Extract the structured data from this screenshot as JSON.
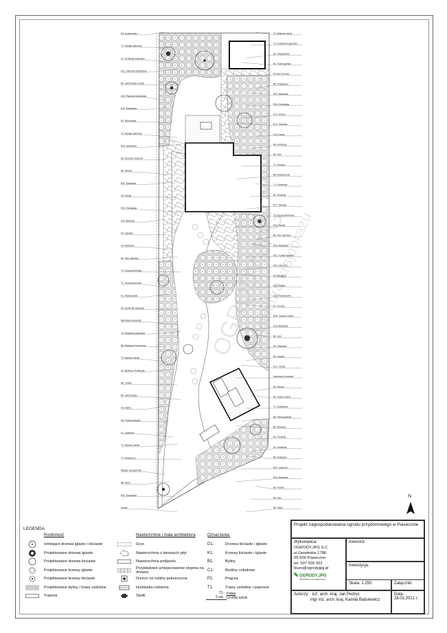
{
  "watermark": {
    "brand": "OGRODY.JPG",
    "tagline": "architektura krajobrazu"
  },
  "labels_left": [
    "B3. Judaszowiec",
    "T2. Śmiałek darniowy",
    "K7. Hortensja bukietowa",
    "K11. Lawenda wąskolistna",
    "B5. Jaśminowiec wonny",
    "K12. Pięciornik krzewiasty",
    "K13. Świdośliwa",
    "R2. Rozchodnik",
    "T2. Śmiałek darniowy",
    "R23. Dziurawiec",
    "B2. Drzewko owocowe",
    "B4. Tawuła",
    "R20. Bodziszek",
    "K9. Funkia",
    "R25. Kocimiętka",
    "K10. Berberys",
    "K3. Jałowiec",
    "K4. Bukszpan",
    "B1. Klon palmowy",
    "T1. Turzyca Morrowa",
    "T1. Turzyca Morrowa",
    "K1. Różanecznik",
    "K6. Hortensja ogrodowa",
    "Mimbrana Geotekstil",
    "T6. Rozplenica japońska",
    "B6. Bukszpan formowany",
    "T3. Miskant chiński",
    "K2. Berberys Thunberga",
    "R6. Funkia",
    "B5. Jaśminowiec",
    "K3. Kalina",
    "R6. Funkia Sieboldii",
    "K1. Lawenda",
    "T1. Miskant chiński",
    "T7. Rozplenica",
    "Miejsce na pojemniki",
    "B8. Pieris",
    "R25. Dziurawiec",
    "Donice"
  ],
  "labels_right": [
    "T5. Miskant chiński",
    "T3. Rozplenica japońska",
    "K6. Snieguliczka",
    "B1. Sosna górska",
    "Donica na trawy",
    "R5. Rozplenica",
    "R25. Bodziszek",
    "R18. Kocimiętka",
    "K14. Jeżyna",
    "R14. Ostróżka",
    "K10. Kalina",
    "R8. Hortensja",
    "B6. Klon",
    "T1. Turzyca",
    "B8. Różanecznik",
    "T2. Kostrzewa",
    "B1. Trzcinnik",
    "R17. Śniedek",
    "T1. Turzyca Morrowa",
    "R13. Funkia",
    "B5. Klon palmowy",
    "R25. Bodziszek",
    "R11. Funkia Fortunei",
    "K20. Ostrożeń",
    "R3. Bergenia",
    "R15. Funkia",
    "K18. Różanecznik",
    "T1. Turzyca",
    "R28. Funkia Fortunei",
    "K18. Bukszpan",
    "B3. Klon",
    "R6. Wiesiołek",
    "R3. Zawilec",
    "R12. Funkia",
    "Mimbrana Geotekstil",
    "B1. Brzoza",
    "B4. Sosna czarna",
    "T1. Rozplenica",
    "B5. Pieris japoński",
    "B6. Berberys",
    "B4. Trzcinnik",
    "K3. Hortensja",
    "R8. Bukszpan",
    "R22. Lawenda",
    "R20. Bodziszek",
    "K8. Funkia",
    "B6. Klon",
    "R5. Pieris"
  ],
  "legend": {
    "title": "LEGENDA",
    "plants": {
      "heading": "Roślinność",
      "items": [
        "Istniejące drzewa iglaste i liściaste",
        "Projektowane drzewa iglaste",
        "Projektowane drzewa liściaste",
        "Projektowane krzewy iglaste",
        "Projektowane krzewy liściaste",
        "Projektowane byliny / trawy ozdobne",
        "Trawnik"
      ]
    },
    "surfaces": {
      "heading": "Nawierzchnie i mała architektura",
      "items": [
        "Grys",
        "Nawierzchnia z łamanych płyt",
        "Nawierzchnia podjazdu",
        "Przykładowe umiejscowienie stopnia na drewno",
        "Donice na rośliny jednoroczne",
        "Huśtawka rodzinna",
        "Stolik"
      ]
    },
    "symbols": {
      "heading": "Oznaczenia:",
      "items": [
        {
          "code": "D1.",
          "text": "Drzewa liściaste i iglaste"
        },
        {
          "code": "K1.",
          "text": "Krzewy liściaste i iglaste"
        },
        {
          "code": "B1.",
          "text": "Byliny"
        },
        {
          "code": "C1.",
          "text": "Rośliny cebulowe"
        },
        {
          "code": "P1.",
          "text": "Pnącza"
        },
        {
          "code": "T1.",
          "text": "Trawy ozdobne i paprocie"
        }
      ],
      "index_code": "T1.",
      "index_code2": "5 szt.",
      "index_label1": "Index",
      "index_label2": "Liczba sztuk"
    }
  },
  "title_block": {
    "title": "Projekt zagospodarowania ogrodu przydomowego w Piasecznie",
    "contractor_label": "Wykonawca:",
    "contractor_lines": [
      "OGRODY.JPG S.C.",
      "ul.Geodetów 178E",
      "05-500 Piaseczno",
      "tel. 507 526 922",
      "biuro@ogrodyjpg.pl"
    ],
    "logo_text": "OGRODY.JPG",
    "logo_sub": "architektura krajobrazu",
    "investor_label": "Inwestor:",
    "investment_label": "Inwestycja:",
    "scale": "Skala: 1:250",
    "attachment_label": "Załącznik:",
    "authors_label": "Autorzy:",
    "author1": "inż. arch. kraj. Jan Pedryc",
    "author2": "mgr inż. arch. kraj. Kamila Babulewicz",
    "date_label": "Data:",
    "date": "28.01.2021 r."
  }
}
